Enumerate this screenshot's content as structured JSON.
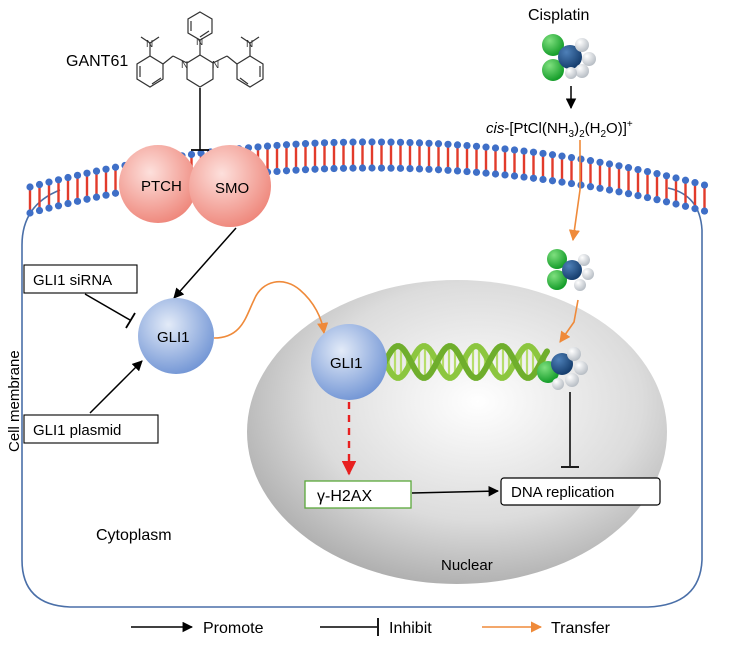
{
  "labels": {
    "gant61": "GANT61",
    "cisplatin": "Cisplatin",
    "aquated_prefix": "cis",
    "aquated_formula": "-[PtCl(NH",
    "aquated_sub1": "3",
    "aquated_mid": ")",
    "aquated_sub2": "2",
    "aquated_mid2": "(H",
    "aquated_sub3": "2",
    "aquated_end": "O)]",
    "aquated_sup": "+",
    "ptch": "PTCH",
    "smo": "SMO",
    "gli1_cyto": "GLI1",
    "gli1_nuc": "GLI1",
    "gli1_sirna": "GLI1 siRNA",
    "gli1_plasmid": "GLI1 plasmid",
    "cell_membrane": "Cell membrane",
    "cytoplasm": "Cytoplasm",
    "nuclear": "Nuclear",
    "h2ax": "γ-H2AX",
    "dna_replication": "DNA replication"
  },
  "legend": {
    "promote": "Promote",
    "inhibit": "Inhibit",
    "transfer": "Transfer"
  },
  "colors": {
    "membrane_head": "#3f6fc7",
    "membrane_tail": "#e23b2b",
    "ptch_smo": "#f08c80",
    "gli1": "#7e9fda",
    "transfer": "#ef8a3a",
    "promote": "#000000",
    "dashed_red": "#e82020",
    "h2ax_border": "#5aa83a",
    "cell_outline": "#4a6fa8",
    "nucleus": "#c4c4c4",
    "dna": "#8cc63f"
  }
}
